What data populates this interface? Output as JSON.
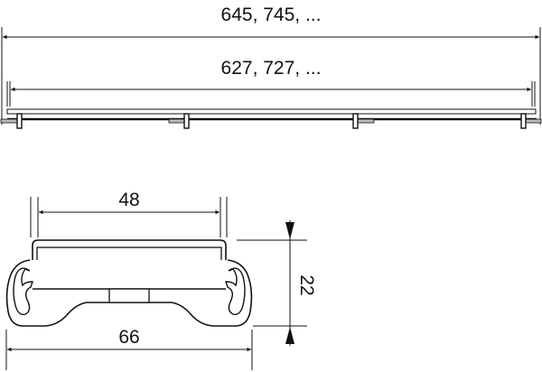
{
  "drawing": {
    "type": "technical dimension drawing",
    "top_view": {
      "outer_length_label": "645, 745, ...",
      "inner_length_label": "627, 727, ..."
    },
    "cross_section": {
      "top_width_label": "48",
      "bottom_width_label": "66",
      "height_label": "22"
    }
  },
  "colors": {
    "line": "#111111",
    "background": "#ffffff",
    "hatch": "#888888"
  }
}
